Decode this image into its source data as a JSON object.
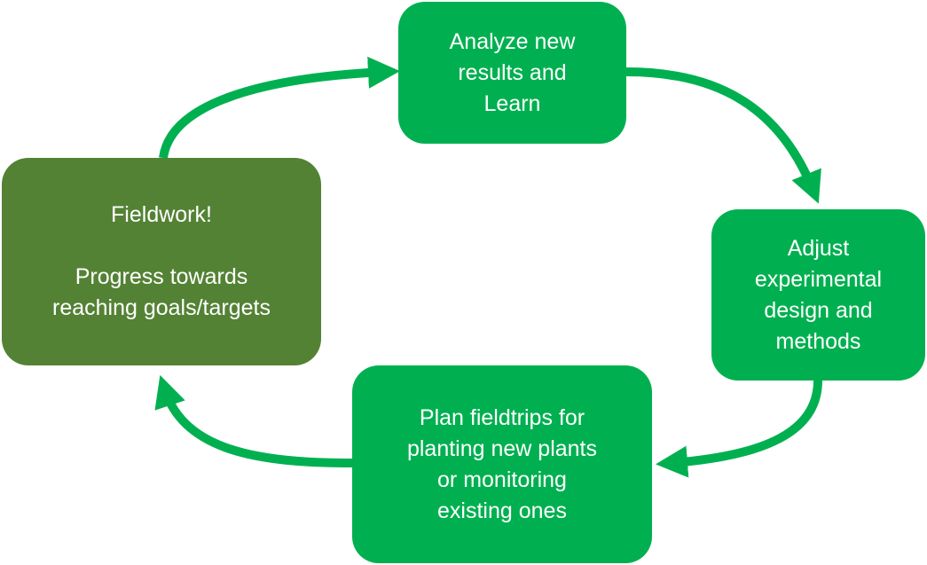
{
  "colors": {
    "step_fill": "#00B050",
    "fieldwork_fill": "#548235",
    "arrow": "#00B050"
  },
  "nodes": {
    "analyze": {
      "text": "Analyze new\nresults and\nLearn"
    },
    "adjust": {
      "text": "Adjust\nexperimental\ndesign and\nmethods"
    },
    "plan": {
      "text": "Plan fieldtrips for\nplanting new plants\nor monitoring\nexisting ones"
    },
    "fieldwork": {
      "text": "Fieldwork!\n\nProgress towards\nreaching goals/targets"
    }
  },
  "edges": [
    {
      "from": "fieldwork",
      "to": "analyze"
    },
    {
      "from": "analyze",
      "to": "adjust"
    },
    {
      "from": "adjust",
      "to": "plan"
    },
    {
      "from": "plan",
      "to": "fieldwork"
    }
  ]
}
